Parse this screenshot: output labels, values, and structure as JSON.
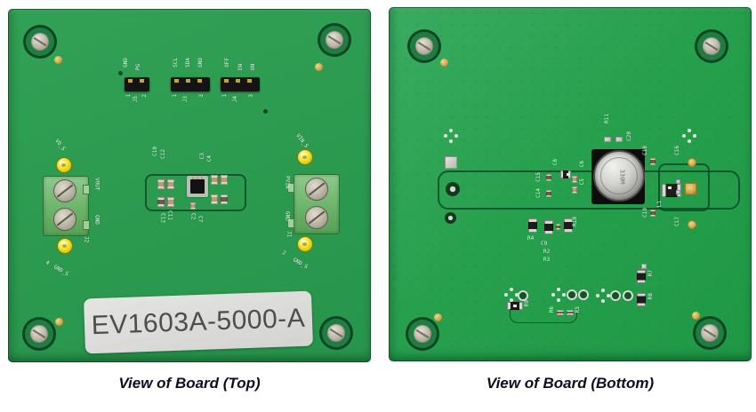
{
  "top": {
    "caption": "View of Board (Top)",
    "sticker": "EV1603A-5000-A",
    "j5": {
      "ref": "J5",
      "l1": "GND",
      "l2": "PG",
      "p1": "1",
      "p2": "2"
    },
    "j3": {
      "ref": "J3",
      "l1": "SCL",
      "l2": "SDA",
      "l3": "GND",
      "p1": "1",
      "p3": "3"
    },
    "j4": {
      "ref": "J4",
      "l1": "OFF",
      "l2": "EN",
      "l3": "ON",
      "p1": "1",
      "p3": "3"
    },
    "j2": {
      "ref": "J2",
      "t": "VOUT",
      "b": "GND",
      "tp_top": "VO_S",
      "tp_bot": "GND_S",
      "tp_bot_num": "4"
    },
    "j1": {
      "ref": "J1",
      "t": "PVIN",
      "b": "GND",
      "tp_top": "VIN_S",
      "tp_bot": "GND_S",
      "tp_bot_num": "2"
    },
    "refs": {
      "c10": "C10",
      "c12": "C12",
      "c3": "C3",
      "c4": "C4",
      "c2": "C2",
      "c7": "C7",
      "c11": "C11",
      "c13": "C13"
    }
  },
  "bottom": {
    "caption": "View of Board (Bottom)",
    "inductor_marking": "330M",
    "refs": {
      "r11": "R11",
      "c20": "C20",
      "c18": "C18",
      "c19": "C19",
      "c16": "C16",
      "c17": "C17",
      "l1": "L1",
      "c8": "C8",
      "c6": "C6",
      "c5": "C5",
      "c15": "C15",
      "c14": "C14",
      "r10": "R10",
      "r4": "R4",
      "c9": "C9",
      "r2": "R2",
      "r3": "R3",
      "r9": "R9",
      "r6": "R6",
      "r5": "R5",
      "r7": "R7",
      "r8": "R8"
    }
  },
  "colors": {
    "board_top_green": "#2b9a4f",
    "board_bottom_green": "#26a04d",
    "terminal_green": "#7cc479",
    "testpoint_yellow": "#f0e11a",
    "jumper_black": "#141414",
    "sticker_bg": "#dddddb",
    "sticker_text": "#4d4d4d",
    "caption_text": "#0e0e20",
    "silkscreen_white": "#eaf8f0"
  }
}
